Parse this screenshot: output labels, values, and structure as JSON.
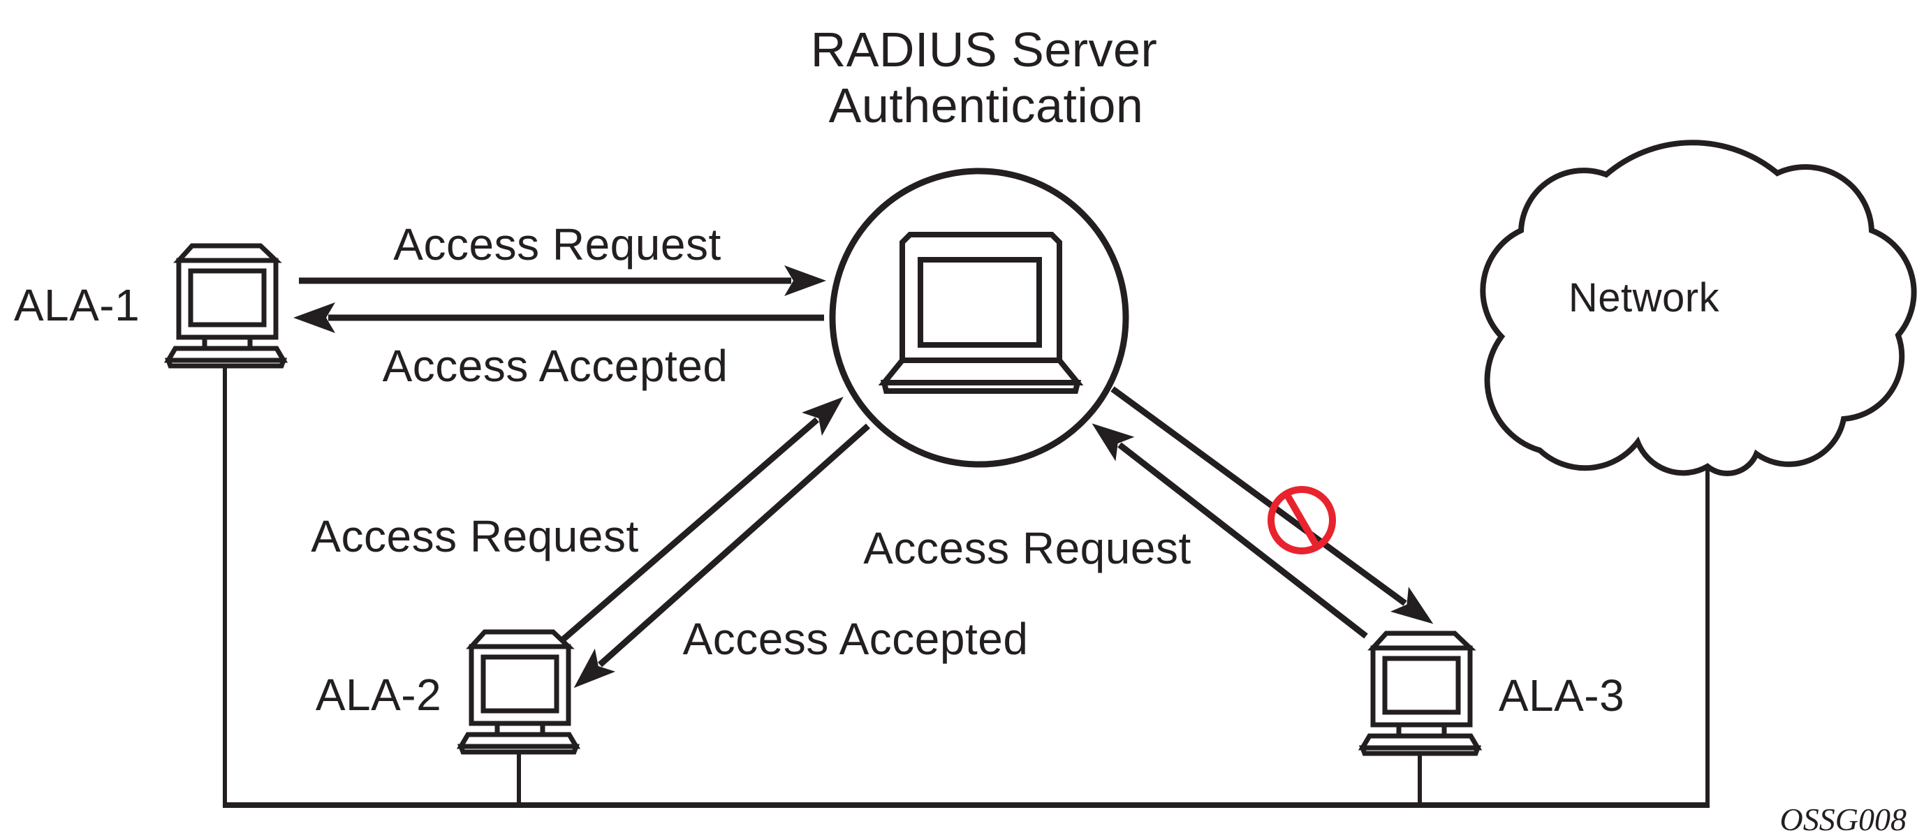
{
  "title": {
    "line1": "RADIUS Server",
    "line2": "Authentication"
  },
  "nodes": {
    "ala1": {
      "label": "ALA-1",
      "icon": "desktop-computer-icon"
    },
    "ala2": {
      "label": "ALA-2",
      "icon": "desktop-computer-icon"
    },
    "ala3": {
      "label": "ALA-3",
      "icon": "desktop-computer-icon"
    },
    "server": {
      "icon": "radius-server-laptop-icon"
    },
    "network": {
      "label": "Network",
      "icon": "network-cloud-icon"
    }
  },
  "messages": {
    "ala1_request": {
      "label": "Access Request"
    },
    "ala1_accepted": {
      "label": "Access Accepted"
    },
    "ala2_request": {
      "label": "Access Request"
    },
    "ala2_accepted": {
      "label": "Access Accepted"
    },
    "ala3_request": {
      "label": "Access Request",
      "status": "denied"
    }
  },
  "figure_code": "OSSG008",
  "colors": {
    "foreground": "#231f20",
    "denied_red": "#e8232e",
    "background": "#ffffff"
  }
}
